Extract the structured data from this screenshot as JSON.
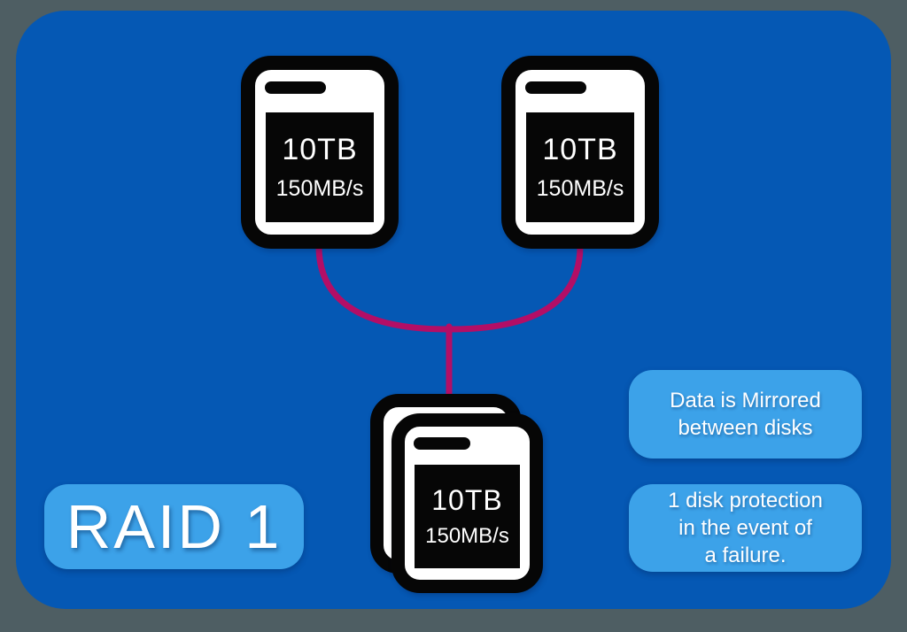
{
  "colors": {
    "page-bg": "#4e5e63",
    "card-bg": "#0558b4",
    "panel-blue": "#3ca2e9",
    "connector-pink": "#b30e66",
    "disk-black": "#060606",
    "disk-white": "#ffffff",
    "text-white": "#ffffff"
  },
  "raid_badge": {
    "label": "RAID 1"
  },
  "disks": [
    {
      "capacity": "10TB",
      "speed": "150MB/s"
    },
    {
      "capacity": "10TB",
      "speed": "150MB/s"
    },
    {
      "capacity": "10TB",
      "speed": "150MB/s"
    }
  ],
  "notes": [
    {
      "lines": [
        "Data is Mirrored",
        "between disks"
      ]
    },
    {
      "lines": [
        "1 disk protection",
        "in the event of",
        "a failure."
      ]
    }
  ]
}
